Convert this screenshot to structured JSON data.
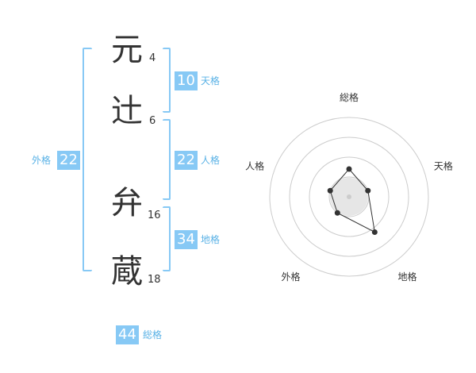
{
  "name": {
    "characters": [
      {
        "char": "元",
        "strokes": "4"
      },
      {
        "char": "辻",
        "strokes": "6"
      },
      {
        "char": "弁",
        "strokes": "16"
      },
      {
        "char": "蔵",
        "strokes": "18"
      }
    ]
  },
  "fortunes": {
    "ten": {
      "value": "10",
      "label": "天格"
    },
    "jin": {
      "value": "22",
      "label": "人格"
    },
    "chi": {
      "value": "34",
      "label": "地格"
    },
    "gai": {
      "value": "22",
      "label": "外格"
    },
    "so": {
      "value": "44",
      "label": "総格"
    }
  },
  "colors": {
    "accent": "#87c9f5",
    "accent_text": "#5ab2e6",
    "text": "#333333",
    "grid": "#cccccc"
  },
  "chart_data": {
    "type": "radar",
    "axes": [
      "総格",
      "天格",
      "地格",
      "外格",
      "人格"
    ],
    "values": [
      0.35,
      0.25,
      0.55,
      0.25,
      0.25
    ],
    "range": [
      0,
      1
    ],
    "rings": 4
  }
}
